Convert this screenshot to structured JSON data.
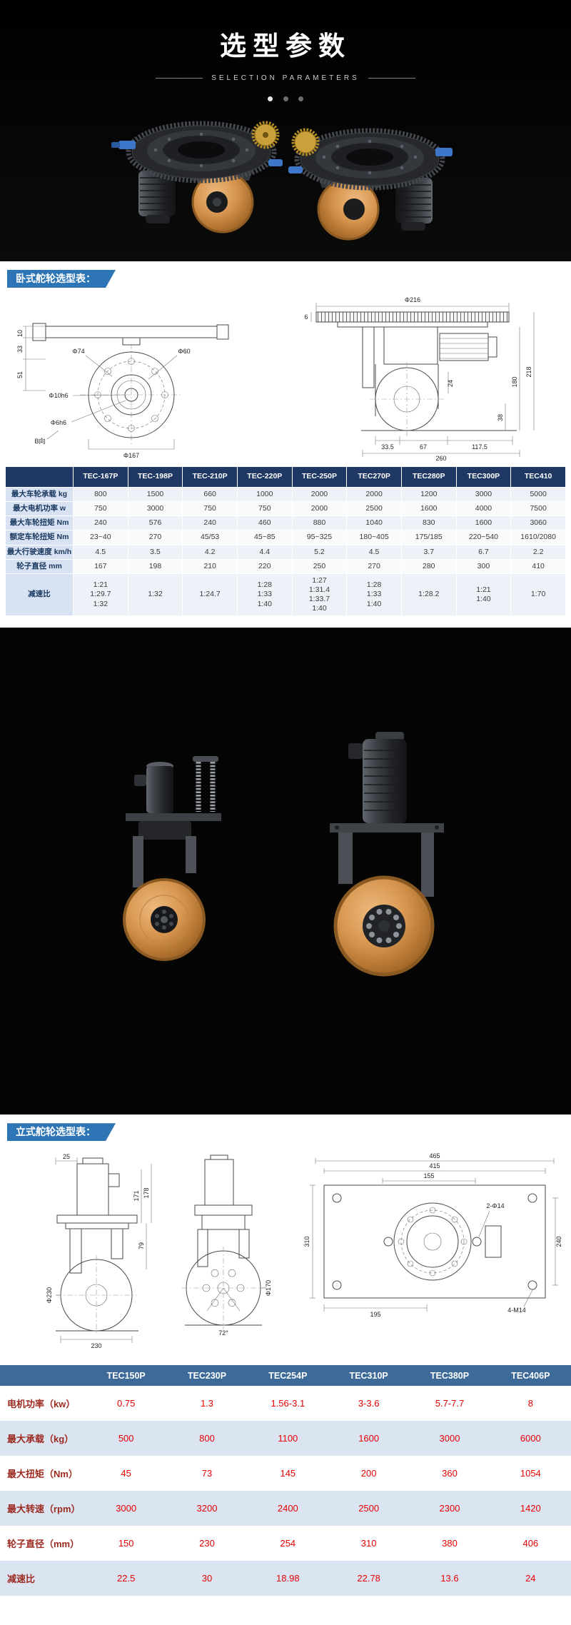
{
  "hero": {
    "title": "选型参数",
    "subtitle": "SELECTION PARAMETERS"
  },
  "section_labels": {
    "horizontal": "卧式舵轮选型表：",
    "vertical": "立式舵轮选型表："
  },
  "colors": {
    "accent_blue": "#2e75b6",
    "table1_header": "#1f3864",
    "table1_label_bg": "#d9e2f3",
    "table2_header": "#3d6a99",
    "value_red": "#e80000",
    "wheel_orange": "#d6954e"
  },
  "drawings": {
    "horizontal": {
      "left": [
        "10",
        "33",
        "51",
        "Φ74",
        "Φ60",
        "Φ10h6",
        "Φ6h6",
        "Φ167",
        "B向"
      ],
      "right": [
        "Φ216",
        "6",
        "218",
        "180",
        "38",
        "24",
        "33.5",
        "67",
        "117.5",
        "260"
      ]
    },
    "vertical": {
      "v1": [
        "25",
        "178",
        "171",
        "79",
        "Φ230",
        "230"
      ],
      "v2": [
        "Φ170",
        "72°"
      ],
      "v3": [
        "465",
        "415",
        "155",
        "310",
        "240",
        "195",
        "2-Φ14",
        "4-M14"
      ]
    }
  },
  "table_horizontal": {
    "columns": [
      "",
      "TEC-167P",
      "TEC-198P",
      "TEC-210P",
      "TEC-220P",
      "TEC-250P",
      "TEC270P",
      "TEC280P",
      "TEC300P",
      "TEC410"
    ],
    "rows": [
      {
        "label": "最大车轮承载 kg",
        "values": [
          "800",
          "1500",
          "660",
          "1000",
          "2000",
          "2000",
          "1200",
          "3000",
          "5000"
        ]
      },
      {
        "label": "最大电机功率 w",
        "values": [
          "750",
          "3000",
          "750",
          "750",
          "2000",
          "2500",
          "1600",
          "4000",
          "7500"
        ]
      },
      {
        "label": "最大车轮扭矩 Nm",
        "values": [
          "240",
          "576",
          "240",
          "460",
          "880",
          "1040",
          "830",
          "1600",
          "3060"
        ]
      },
      {
        "label": "额定车轮扭矩 Nm",
        "values": [
          "23~40",
          "270",
          "45/53",
          "45~85",
          "95~325",
          "180~405",
          "175/185",
          "220~540",
          "1610/2080"
        ]
      },
      {
        "label": "最大行驶速度 km/h",
        "values": [
          "4.5",
          "3.5",
          "4.2",
          "4.4",
          "5.2",
          "4.5",
          "3.7",
          "6.7",
          "2.2"
        ]
      },
      {
        "label": "轮子直径 mm",
        "values": [
          "167",
          "198",
          "210",
          "220",
          "250",
          "270",
          "280",
          "300",
          "410"
        ]
      },
      {
        "label": "减速比",
        "values": [
          "1:21\n1:29.7\n1:32",
          "1:32",
          "1:24.7",
          "1:28\n1:33\n1:40",
          "1:27\n1:31.4\n1:33.7\n1:40",
          "1:28\n1:33\n1:40",
          "1:28.2",
          "1:21\n1:40",
          "1:70"
        ]
      }
    ]
  },
  "table_vertical": {
    "columns": [
      "",
      "TEC150P",
      "TEC230P",
      "TEC254P",
      "TEC310P",
      "TEC380P",
      "TEC406P"
    ],
    "rows": [
      {
        "label": "电机功率（kw）",
        "values": [
          "0.75",
          "1.3",
          "1.56-3.1",
          "3-3.6",
          "5.7-7.7",
          "8"
        ]
      },
      {
        "label": "最大承载（kg）",
        "values": [
          "500",
          "800",
          "1100",
          "1600",
          "3000",
          "6000"
        ]
      },
      {
        "label": "最大扭矩（Nm）",
        "values": [
          "45",
          "73",
          "145",
          "200",
          "360",
          "1054"
        ]
      },
      {
        "label": "最大转速（rpm）",
        "values": [
          "3000",
          "3200",
          "2400",
          "2500",
          "2300",
          "1420"
        ]
      },
      {
        "label": "轮子直径（mm）",
        "values": [
          "150",
          "230",
          "254",
          "310",
          "380",
          "406"
        ]
      },
      {
        "label": "减速比",
        "values": [
          "22.5",
          "30",
          "18.98",
          "22.78",
          "13.6",
          "24"
        ]
      }
    ]
  }
}
